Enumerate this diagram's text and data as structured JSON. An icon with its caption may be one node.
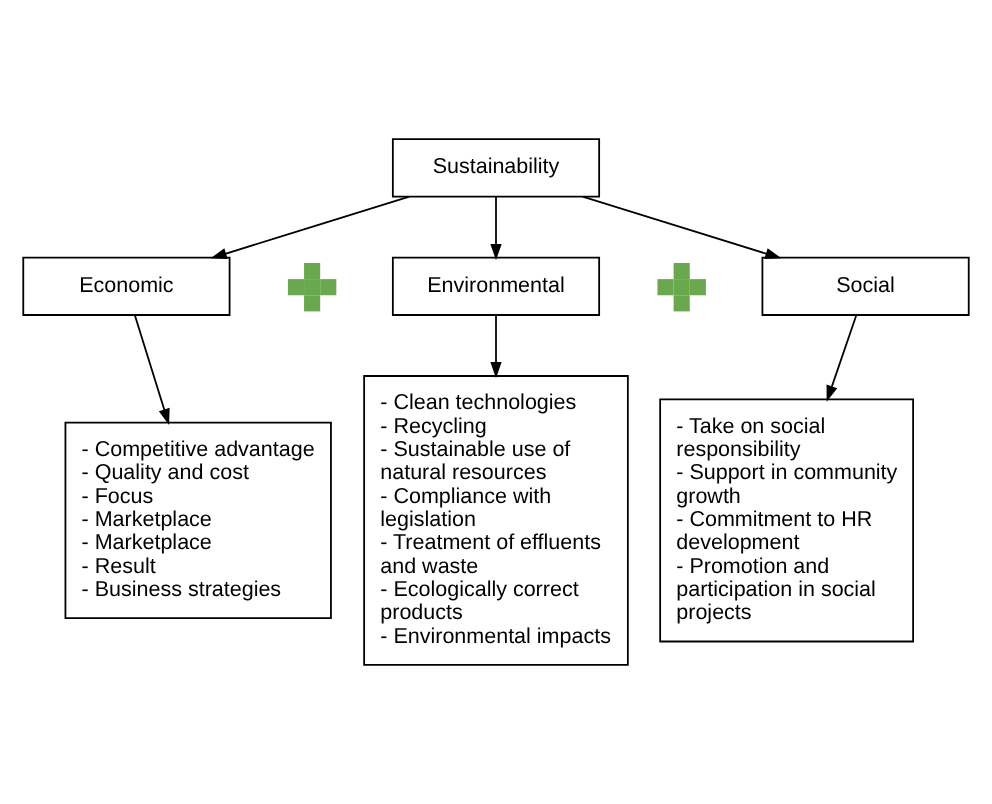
{
  "diagram": {
    "nodes": [
      {
        "text": [
          "Sustainability"
        ]
      },
      {
        "text": [
          "Economic"
        ]
      },
      {
        "text": [],
        "shape": "cross"
      },
      {
        "text": [
          "Environmental"
        ]
      },
      {
        "text": [],
        "shape": "cross"
      },
      {
        "text": [
          "Social"
        ]
      },
      {
        "text": [
          "- Competitive advantage",
          "- Quality and cost",
          "- Focus",
          "- Marketplace",
          "- Marketplace",
          "- Result",
          "- Business strategies"
        ]
      },
      {
        "text": [
          "- Clean technologies",
          "- Recycling",
          "- Sustainable use of natural resources",
          "- Compliance with legislation",
          "- Treatment of effluents and waste",
          "- Ecologically correct products",
          "- Environmental impacts"
        ]
      },
      {
        "text": [
          "- Take on social responsibility",
          "- Support in community growth",
          "- Commitment to HR development",
          "- Promotion and participation in social projects"
        ]
      }
    ],
    "edges": [
      {
        "from": 0,
        "to": 1,
        "arrow": "to"
      },
      {
        "from": 0,
        "to": 3,
        "arrow": "to"
      },
      {
        "from": 0,
        "to": 5,
        "arrow": "to"
      },
      {
        "from": 1,
        "to": 6,
        "arrow": "to"
      },
      {
        "from": 3,
        "to": 7,
        "arrow": "to"
      },
      {
        "from": 5,
        "to": 8,
        "arrow": "to"
      }
    ]
  }
}
